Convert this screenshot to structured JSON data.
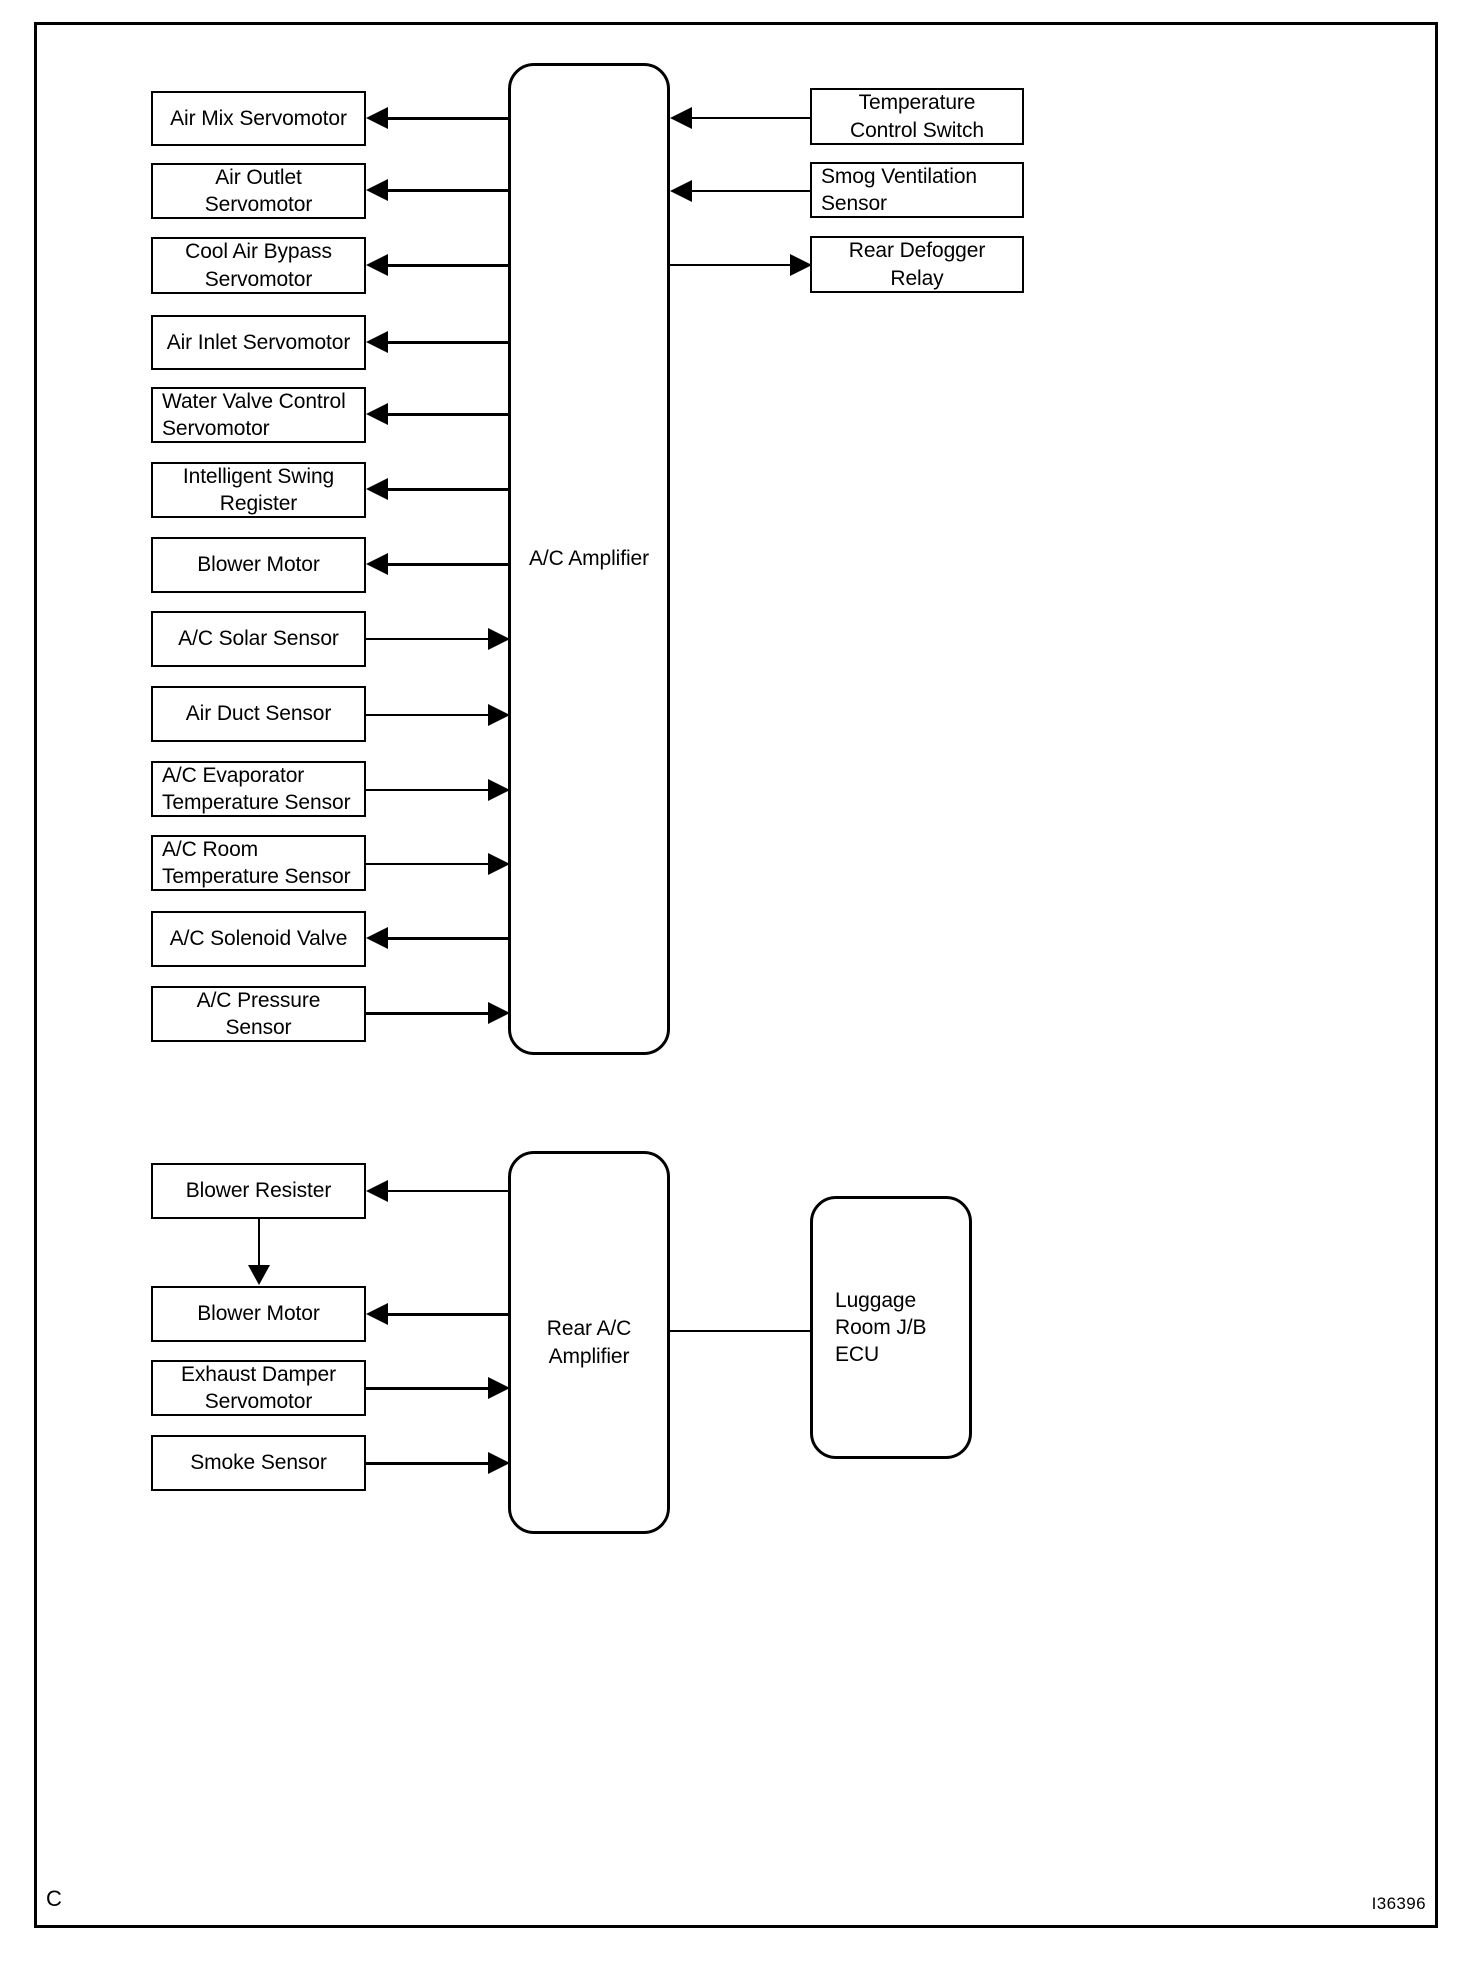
{
  "diagram": {
    "footer_left": "C",
    "footer_right": "I36396",
    "sections": [
      {
        "id": "front-ac",
        "hub": {
          "label": "A/C Amplifier"
        },
        "left_nodes": [
          {
            "label": "Air Mix Servomotor",
            "direction": "output"
          },
          {
            "label": "Air Outlet\nServomotor",
            "direction": "output"
          },
          {
            "label": "Cool Air Bypass\nServomotor",
            "direction": "output"
          },
          {
            "label": "Air Inlet Servomotor",
            "direction": "output"
          },
          {
            "label": "Water Valve Control\nServomotor",
            "direction": "output"
          },
          {
            "label": "Intelligent Swing\nRegister",
            "direction": "output"
          },
          {
            "label": "Blower Motor",
            "direction": "output"
          },
          {
            "label": "A/C Solar Sensor",
            "direction": "input"
          },
          {
            "label": "Air Duct Sensor",
            "direction": "input"
          },
          {
            "label": "A/C Evaporator\nTemperature Sensor",
            "direction": "input"
          },
          {
            "label": "A/C Room\nTemperature Sensor",
            "direction": "input"
          },
          {
            "label": "A/C Solenoid Valve",
            "direction": "output"
          },
          {
            "label": "A/C Pressure Sensor",
            "direction": "input"
          }
        ],
        "right_nodes": [
          {
            "label": "Temperature\nControl Switch",
            "direction": "input"
          },
          {
            "label": "Smog Ventilation\nSensor",
            "direction": "input"
          },
          {
            "label": "Rear Defogger\nRelay",
            "direction": "output"
          }
        ]
      },
      {
        "id": "rear-ac",
        "hub": {
          "label": "Rear A/C\nAmplifier"
        },
        "left_nodes": [
          {
            "label": "Blower Resister",
            "direction": "output"
          },
          {
            "label": "Blower Motor",
            "direction": "output"
          },
          {
            "label": "Exhaust Damper\nServomotor",
            "direction": "input"
          },
          {
            "label": "Smoke Sensor",
            "direction": "input"
          }
        ],
        "right_nodes": [
          {
            "label": "Luggage\nRoom J/B\nECU",
            "direction": "none"
          }
        ]
      }
    ]
  }
}
